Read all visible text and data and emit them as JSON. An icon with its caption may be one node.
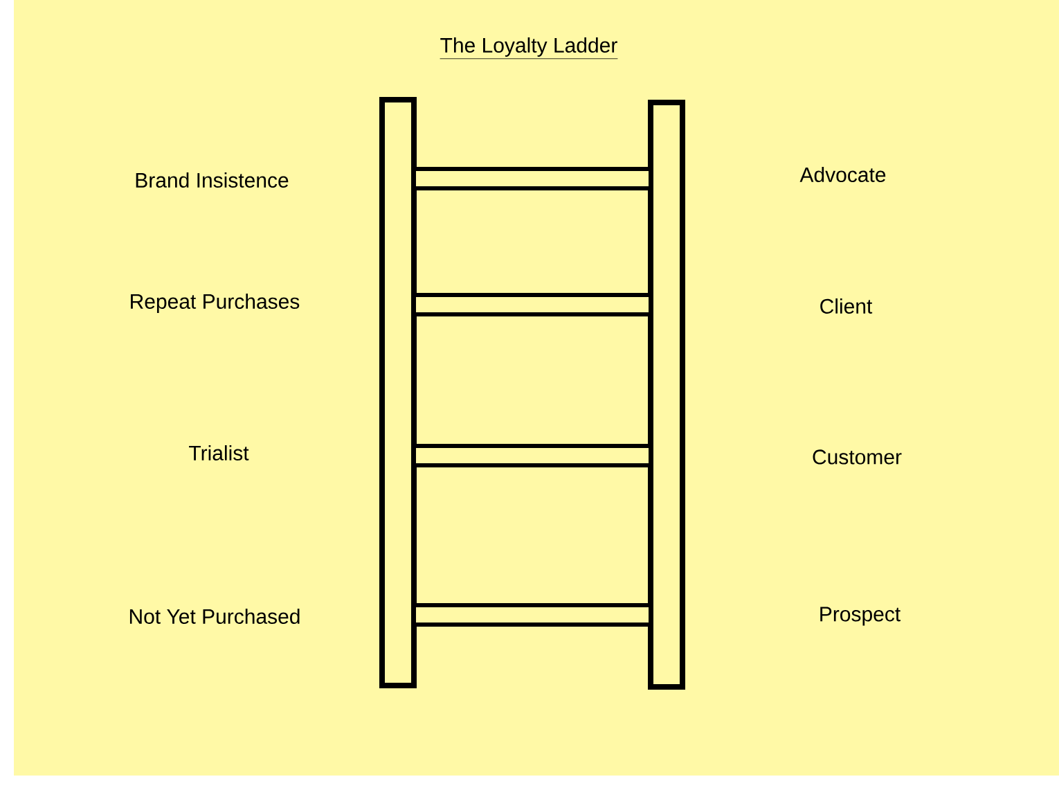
{
  "diagram": {
    "title": "The Loyalty Ladder",
    "labels": [
      "Brand Insistence",
      "Advocate",
      "Repeat Purchases",
      "Client",
      "Trialist",
      "Customer",
      "Not Yet Purchased",
      "Prospect"
    ]
  }
}
